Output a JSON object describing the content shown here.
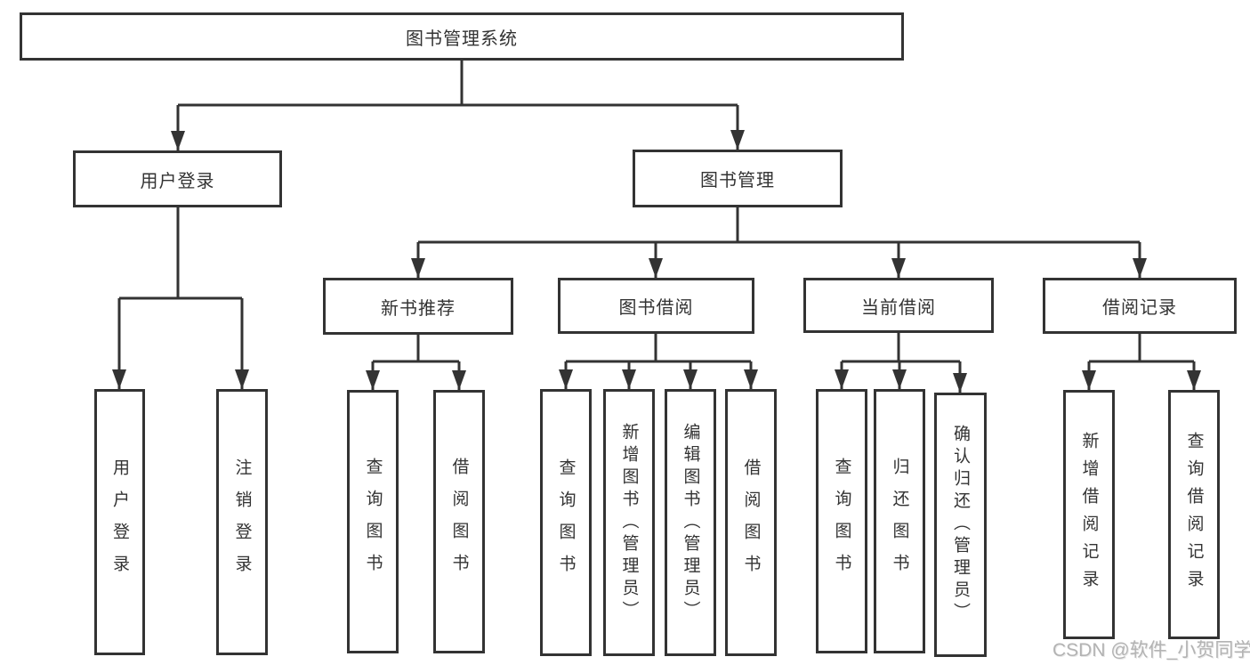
{
  "diagram": {
    "root": {
      "label": "图书管理系统"
    },
    "level2": [
      {
        "label": "用户登录"
      },
      {
        "label": "图书管理"
      }
    ],
    "level3": [
      {
        "label": "新书推荐"
      },
      {
        "label": "图书借阅"
      },
      {
        "label": "当前借阅"
      },
      {
        "label": "借阅记录"
      }
    ],
    "leaves": [
      {
        "label": "用户登录"
      },
      {
        "label": "注销登录"
      },
      {
        "label": "查询图书"
      },
      {
        "label": "借阅图书"
      },
      {
        "label": "查询图书"
      },
      {
        "label": "新增图书（管理员）"
      },
      {
        "label": "编辑图书（管理员）"
      },
      {
        "label": "借阅图书"
      },
      {
        "label": "查询图书"
      },
      {
        "label": "归还图书"
      },
      {
        "label": "确认归还（管理员）"
      },
      {
        "label": "新增借阅记录"
      },
      {
        "label": "查询借阅记录"
      }
    ],
    "colors": {
      "line": "#333333",
      "text": "#333333",
      "background": "#ffffff",
      "watermark": "#b3b3b3"
    }
  },
  "watermark": {
    "text": "CSDN @软件_小贺同学"
  }
}
